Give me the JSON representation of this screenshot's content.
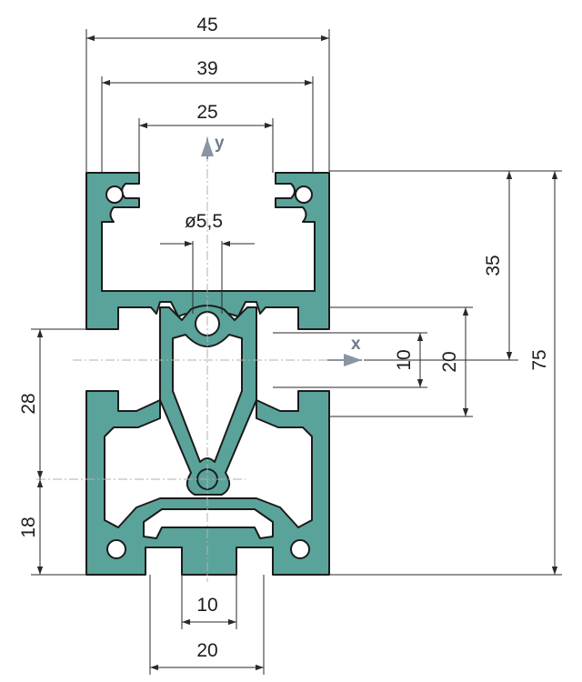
{
  "profile_color": "#5aa39a",
  "axis_color": "#6d7b8c",
  "axes": {
    "x_label": "x",
    "y_label": "y"
  },
  "dimensions": {
    "width_overall": "45",
    "width_slot_outer": "39",
    "width_slot_opening": "25",
    "bore_diameter": "ø5,5",
    "height_total": "75",
    "height_upper": "35",
    "height_20": "20",
    "height_10": "10",
    "height_28": "28",
    "height_18": "18",
    "bottom_slot_inner": "10",
    "bottom_slot_outer": "20"
  }
}
